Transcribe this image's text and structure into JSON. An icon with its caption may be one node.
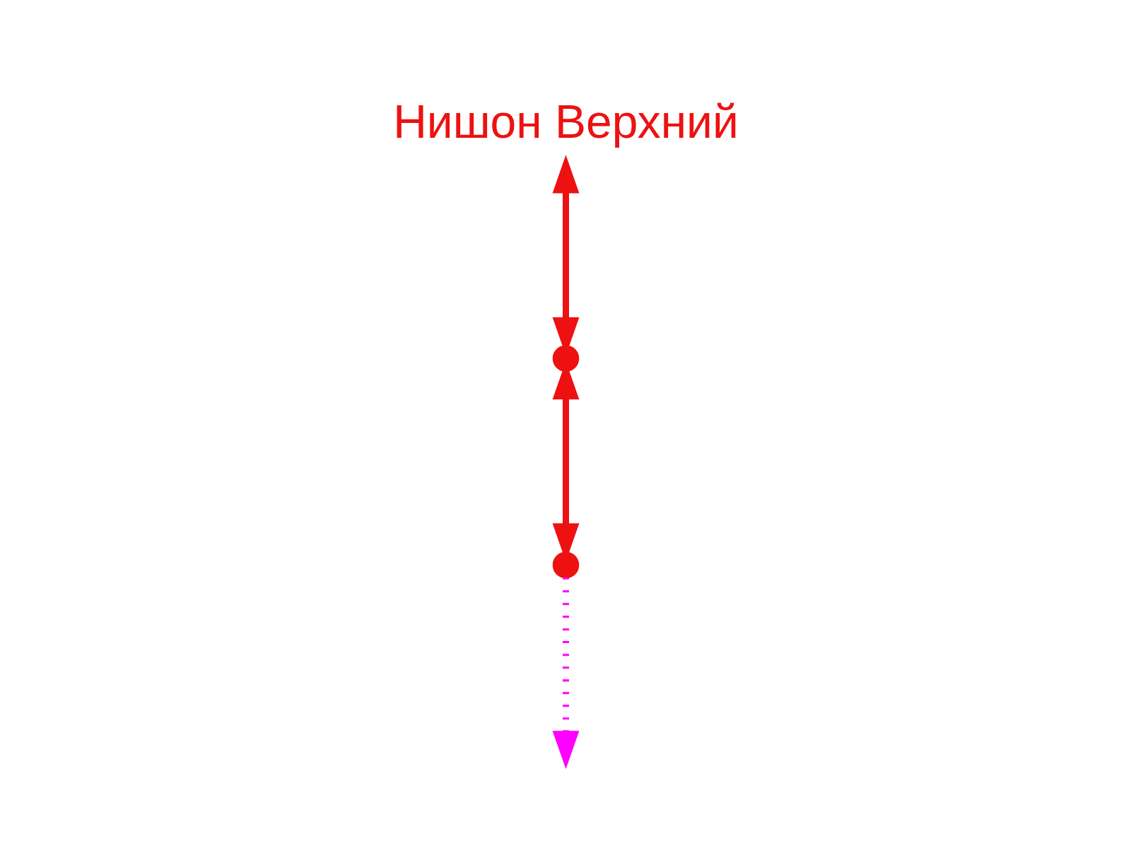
{
  "diagram": {
    "nodes": [
      {
        "text": [
          "Нишон Верхний"
        ]
      },
      {
        "text": [],
        "shape": "point"
      },
      {
        "text": [],
        "shape": "point"
      }
    ],
    "edges": [
      {
        "from": 0,
        "to": 1,
        "arrow": "both"
      },
      {
        "from": 1,
        "to": 2,
        "arrow": "both"
      },
      {
        "from": 2,
        "to": null,
        "arrow": "to",
        "style": "dashed",
        "color": "#ff00ff"
      }
    ]
  }
}
